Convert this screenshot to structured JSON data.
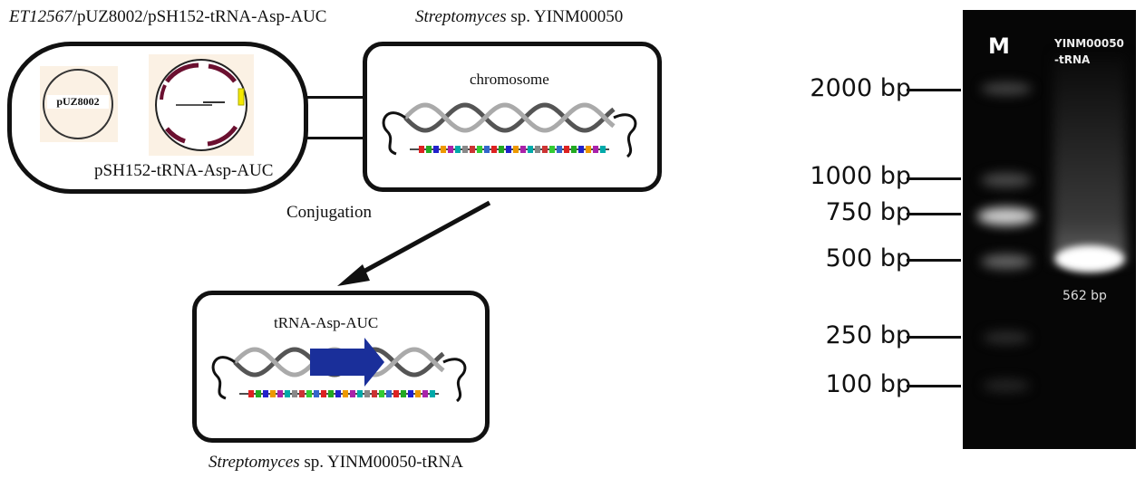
{
  "diagram": {
    "donor_title_italic": "ET12567",
    "donor_title_rest": "/pUZ8002/pSH152-tRNA-Asp-AUC",
    "plasmid_1": "pUZ8002",
    "plasmid_2": "pSH152-tRNA-Asp-AUC",
    "recipient_title_italic": "Streptomyces",
    "recipient_title_rest": " sp. YINM00050",
    "recipient_label": "chromosome",
    "process_label": "Conjugation",
    "result_label": "tRNA-Asp-AUC",
    "result_title_italic": "Streptomyces",
    "result_title_rest": " sp. YINM00050-tRNA",
    "insert_color": "#1a2f9a"
  },
  "gel": {
    "marker_lane_label": "M",
    "sample_lane_label_1": "YINM00050",
    "sample_lane_label_2": "-tRNA",
    "marker_sizes": [
      "2000 bp",
      "1000 bp",
      "750 bp",
      "500 bp",
      "250 bp",
      "100 bp"
    ],
    "product_size": "562 bp"
  }
}
